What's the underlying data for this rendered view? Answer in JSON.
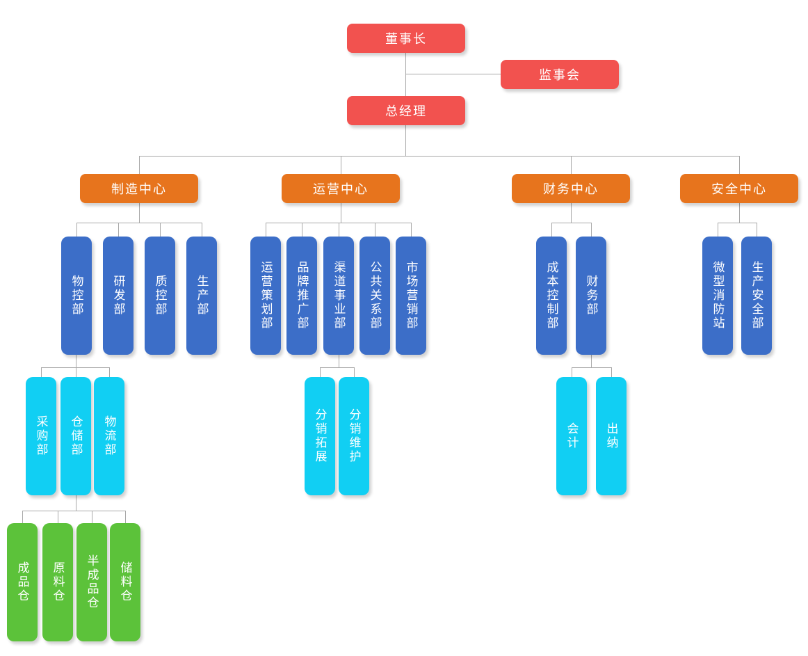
{
  "org_chart": {
    "type": "org-tree",
    "colors": {
      "executive": "#f2524f",
      "center": "#e7741d",
      "department": "#3c6ec8",
      "section": "#11cff3",
      "warehouse": "#5cc23a",
      "connector": "#a8a8a8",
      "text": "#ffffff",
      "background": "#ffffff"
    },
    "root": {
      "label": "董事长"
    },
    "supervisory_board": {
      "label": "监事会"
    },
    "general_manager": {
      "label": "总经理"
    },
    "centers": [
      {
        "label": "制造中心",
        "departments": [
          {
            "label": "物控部",
            "sections": [
              {
                "label": "采购部"
              },
              {
                "label": "仓储部",
                "warehouses": [
                  {
                    "label": "成品仓"
                  },
                  {
                    "label": "原料仓"
                  },
                  {
                    "label": "半成品仓"
                  },
                  {
                    "label": "储料仓"
                  }
                ]
              },
              {
                "label": "物流部"
              }
            ]
          },
          {
            "label": "研发部"
          },
          {
            "label": "质控部"
          },
          {
            "label": "生产部"
          }
        ]
      },
      {
        "label": "运营中心",
        "departments": [
          {
            "label": "运营策划部"
          },
          {
            "label": "品牌推广部"
          },
          {
            "label": "渠道事业部",
            "sections": [
              {
                "label": "分销拓展"
              },
              {
                "label": "分销维护"
              }
            ]
          },
          {
            "label": "公共关系部"
          },
          {
            "label": "市场营销部"
          }
        ]
      },
      {
        "label": "财务中心",
        "departments": [
          {
            "label": "成本控制部"
          },
          {
            "label": "财务部",
            "sections": [
              {
                "label": "会计"
              },
              {
                "label": "出纳"
              }
            ]
          }
        ]
      },
      {
        "label": "安全中心",
        "departments": [
          {
            "label": "微型消防站"
          },
          {
            "label": "生产安全部"
          }
        ]
      }
    ]
  }
}
